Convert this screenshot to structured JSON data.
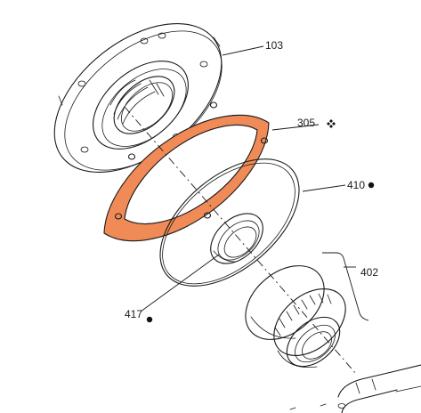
{
  "parts": [
    {
      "id": "flange",
      "label": "103",
      "symbol": ""
    },
    {
      "id": "gasket",
      "label": "305",
      "symbol": "diamond-cluster"
    },
    {
      "id": "o-ring",
      "label": "410",
      "symbol": "dot"
    },
    {
      "id": "bearing",
      "label": "402",
      "symbol": ""
    },
    {
      "id": "seal",
      "label": "417",
      "symbol": "dot"
    }
  ],
  "colors": {
    "gasket_fill": "#F08A56",
    "line": "#1a1a1a"
  }
}
